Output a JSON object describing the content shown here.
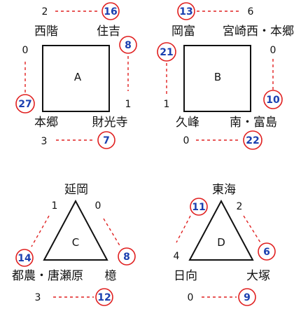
{
  "groups": {
    "A": {
      "label": "A",
      "teams": {
        "tl": "西階",
        "tr": "住吉",
        "bl": "本郷",
        "br": "財光寺"
      },
      "scores": {
        "top_left": "2",
        "top_right": "16",
        "right_top": "8",
        "right_bottom": "1",
        "left_top": "0",
        "left_bottom": "27",
        "bottom_left": "3",
        "bottom_right": "7"
      }
    },
    "B": {
      "label": "B",
      "teams": {
        "tl": "岡富",
        "tr": "宮崎西・本郷",
        "bl": "久峰",
        "br": "南・富島"
      },
      "scores": {
        "top_left": "13",
        "top_right": "6",
        "right_top": "0",
        "right_bottom": "10",
        "left_top": "21",
        "left_bottom": "1",
        "bottom_left": "0",
        "bottom_right": "22"
      }
    },
    "C": {
      "label": "C",
      "teams": {
        "top": "延岡",
        "bl": "都農・唐瀬原",
        "br": "檍"
      },
      "scores": {
        "left_upper": "1",
        "left_lower": "14",
        "right_upper": "0",
        "right_lower": "8",
        "bottom_left": "3",
        "bottom_right": "12"
      }
    },
    "D": {
      "label": "D",
      "teams": {
        "top": "東海",
        "bl": "日向",
        "br": "大塚"
      },
      "scores": {
        "left_upper": "11",
        "left_lower": "4",
        "right_upper": "2",
        "right_lower": "6",
        "bottom_left": "0",
        "bottom_right": "9"
      }
    }
  }
}
